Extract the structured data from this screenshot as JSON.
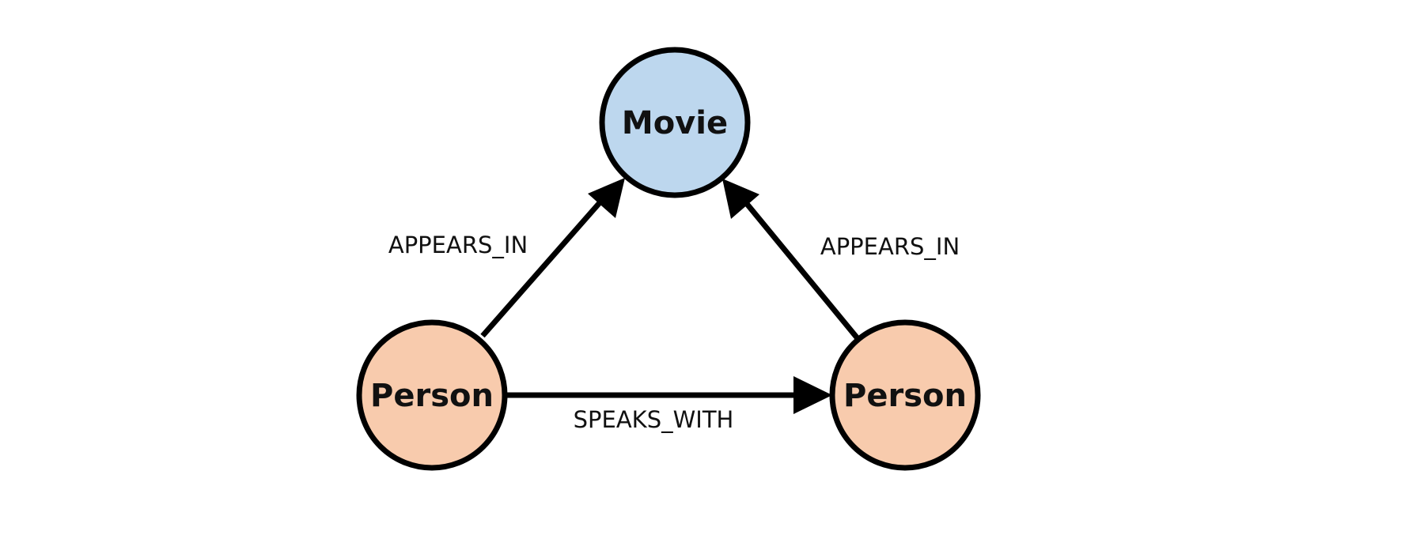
{
  "colors": {
    "movie_fill": "#bdd7ee",
    "person_fill": "#f8cbad",
    "stroke": "#000000"
  },
  "nodes": {
    "movie": {
      "label": "Movie"
    },
    "person_left": {
      "label": "Person"
    },
    "person_right": {
      "label": "Person"
    }
  },
  "edges": {
    "left_appears_in": {
      "label": "APPEARS_IN"
    },
    "right_appears_in": {
      "label": "APPEARS_IN"
    },
    "speaks_with": {
      "label": "SPEAKS_WITH"
    }
  }
}
